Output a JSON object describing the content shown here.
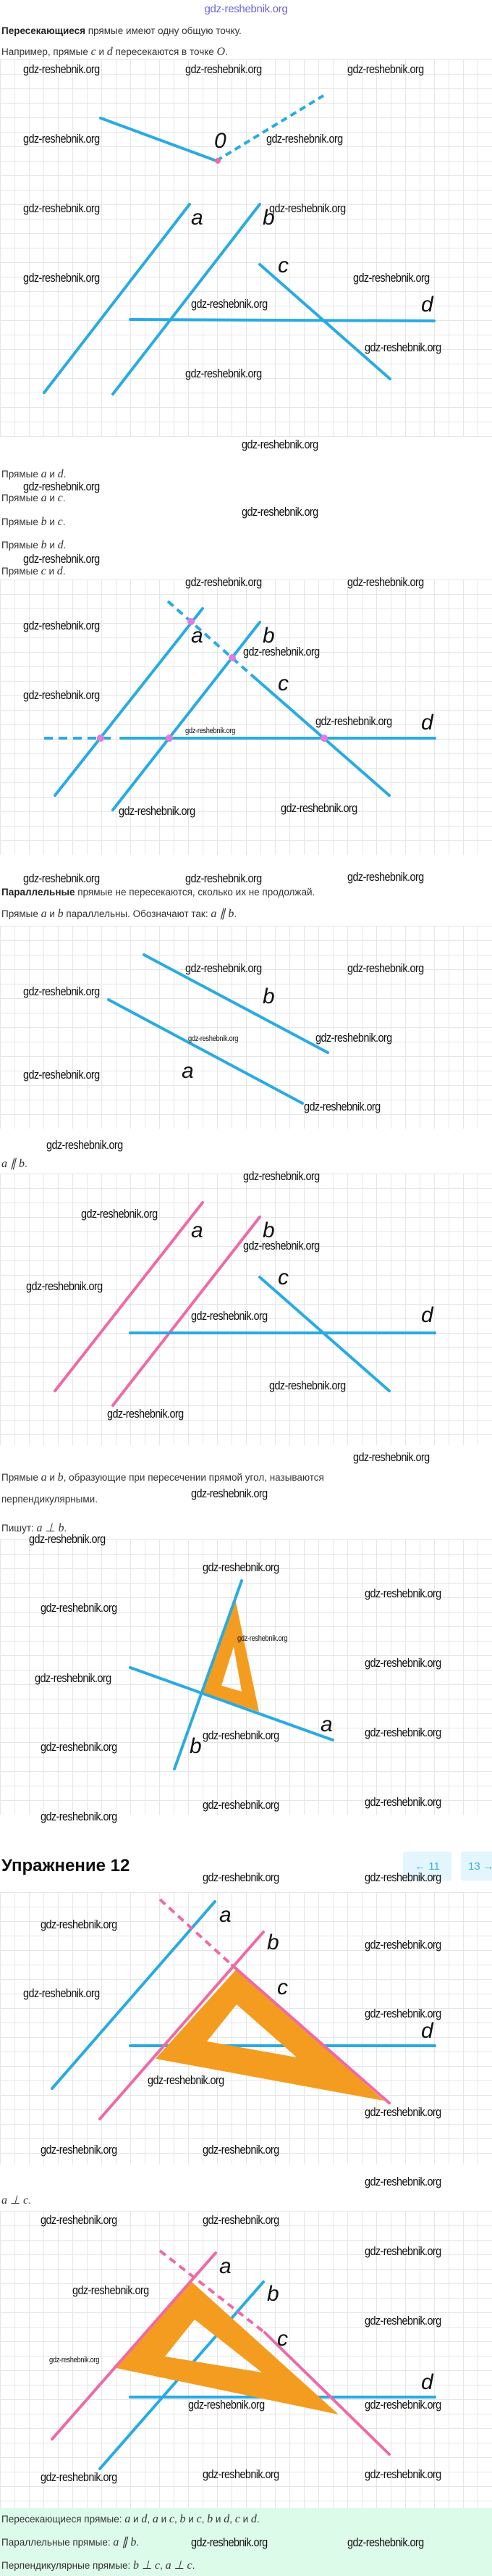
{
  "site_watermark": "gdz-reshebnik.org",
  "watermark": "gdz-reshebnik.org",
  "intro": {
    "intersecting_def": [
      [
        "Пересекающиеся",
        2
      ],
      [
        " прямые имеют одну общую точку.",
        0
      ]
    ],
    "example": [
      [
        "Например, прямые ",
        0
      ],
      [
        "c",
        1
      ],
      [
        " и ",
        0
      ],
      [
        "d",
        1
      ],
      [
        " пересекаются в точке ",
        0
      ],
      [
        "O",
        1
      ],
      [
        ".",
        0
      ]
    ]
  },
  "fig1": {
    "point_label": "0",
    "labels": {
      "a": "a",
      "b": "b",
      "c": "c",
      "d": "d"
    }
  },
  "pairs": [
    [
      [
        "Прямые ",
        0
      ],
      [
        "a",
        1
      ],
      [
        " и ",
        0
      ],
      [
        "d",
        1
      ],
      [
        ".",
        0
      ]
    ],
    [
      [
        "Прямые ",
        0
      ],
      [
        "a",
        1
      ],
      [
        " и ",
        0
      ],
      [
        "c",
        1
      ],
      [
        ".",
        0
      ]
    ],
    [
      [
        "Прямые ",
        0
      ],
      [
        "b",
        1
      ],
      [
        " и ",
        0
      ],
      [
        "c",
        1
      ],
      [
        ".",
        0
      ]
    ],
    [
      [
        "Прямые ",
        0
      ],
      [
        "b",
        1
      ],
      [
        " и ",
        0
      ],
      [
        "d",
        1
      ],
      [
        ".",
        0
      ]
    ],
    [
      [
        "Прямые ",
        0
      ],
      [
        "c",
        1
      ],
      [
        " и ",
        0
      ],
      [
        "d",
        1
      ],
      [
        ".",
        0
      ]
    ]
  ],
  "fig2": {
    "labels": {
      "a": "a",
      "b": "b",
      "c": "c",
      "d": "d"
    }
  },
  "parallel": {
    "def": [
      [
        "Параллельные",
        2
      ],
      [
        " прямые не пересекаются, сколько их не продолжай.",
        0
      ]
    ],
    "example": [
      [
        "Прямые ",
        0
      ],
      [
        "a",
        1
      ],
      [
        " и ",
        0
      ],
      [
        "b",
        1
      ],
      [
        " параллельны. Обозначают так: ",
        0
      ],
      [
        "a ∥ b",
        1
      ],
      [
        ".",
        0
      ]
    ],
    "notation": [
      [
        "a ∥ b",
        1
      ],
      [
        ".",
        0
      ]
    ]
  },
  "fig3": {
    "labels": {
      "a": "a",
      "b": "b"
    }
  },
  "fig4": {
    "labels": {
      "a": "a",
      "b": "b",
      "c": "c",
      "d": "d"
    }
  },
  "perpendicular": {
    "def_line1": [
      [
        "Прямые ",
        0
      ],
      [
        "a",
        1
      ],
      [
        " и ",
        0
      ],
      [
        "b",
        1
      ],
      [
        ", образующие при пересечении прямой угол, называются",
        0
      ]
    ],
    "def_line2": [
      [
        "перпендикулярными.",
        0
      ]
    ],
    "notation": [
      [
        "Пишут: ",
        0
      ],
      [
        "a ⊥ b",
        1
      ],
      [
        ".",
        0
      ]
    ]
  },
  "fig5": {
    "labels": {
      "a": "a",
      "b": "b"
    }
  },
  "exercise": {
    "title": "Упражнение 12",
    "prev_label": "← 11",
    "next_label": "13 →"
  },
  "fig6": {
    "labels": {
      "a": "a",
      "b": "b",
      "c": "c",
      "d": "d"
    }
  },
  "fig6_caption": [
    [
      "a ⊥ c",
      1
    ],
    [
      ".",
      0
    ]
  ],
  "fig7": {
    "labels": {
      "a": "a",
      "b": "b",
      "c": "c",
      "d": "d"
    }
  },
  "answer": {
    "intersecting": [
      [
        "Пересекающиеся прямые: ",
        0
      ],
      [
        "a",
        1
      ],
      [
        " и ",
        0
      ],
      [
        "d",
        1
      ],
      [
        ", ",
        0
      ],
      [
        "a",
        1
      ],
      [
        " и ",
        0
      ],
      [
        "c",
        1
      ],
      [
        ", ",
        0
      ],
      [
        "b",
        1
      ],
      [
        " и ",
        0
      ],
      [
        "c",
        1
      ],
      [
        ", ",
        0
      ],
      [
        "b",
        1
      ],
      [
        " и ",
        0
      ],
      [
        "d",
        1
      ],
      [
        ", ",
        0
      ],
      [
        "c",
        1
      ],
      [
        " и ",
        0
      ],
      [
        "d",
        1
      ],
      [
        ".",
        0
      ]
    ],
    "parallel": [
      [
        "Параллельные прямые: ",
        0
      ],
      [
        "a ∥ b",
        1
      ],
      [
        ".",
        0
      ]
    ],
    "perpendicular": [
      [
        "Перпендикулярные прямые: ",
        0
      ],
      [
        "b ⊥ c",
        1
      ],
      [
        ", ",
        0
      ],
      [
        "a ⊥ c",
        1
      ],
      [
        ".",
        0
      ]
    ]
  },
  "colors": {
    "blue": "#29abe2",
    "pink": "#ee6aa7",
    "orange": "#f39c1f",
    "answer_bg": "#ddfbe9",
    "nav_bg": "#e4f6fd"
  }
}
